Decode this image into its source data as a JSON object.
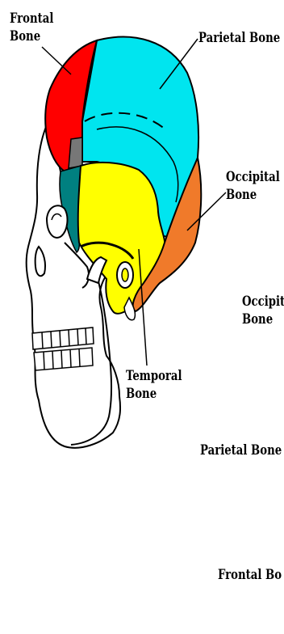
{
  "labels": {
    "frontal": [
      "Frontal",
      "Bone"
    ],
    "parietal": "Parietal Bone",
    "occipital": [
      "Occipital",
      "Bone"
    ],
    "temporal": [
      "Temporal",
      "Bone"
    ]
  },
  "lower_labels": {
    "occipital": [
      "Occipit",
      "Bone"
    ],
    "parietal": "Parietal Bone",
    "frontal": "Frontal Bo"
  },
  "colors": {
    "frontal": "#ff0000",
    "parietal": "#00e5ef",
    "occipital": "#f07a2a",
    "temporal": "#ffff00",
    "sphenoid": "#008080",
    "gray_patch": "#777777",
    "outline": "#000000"
  }
}
